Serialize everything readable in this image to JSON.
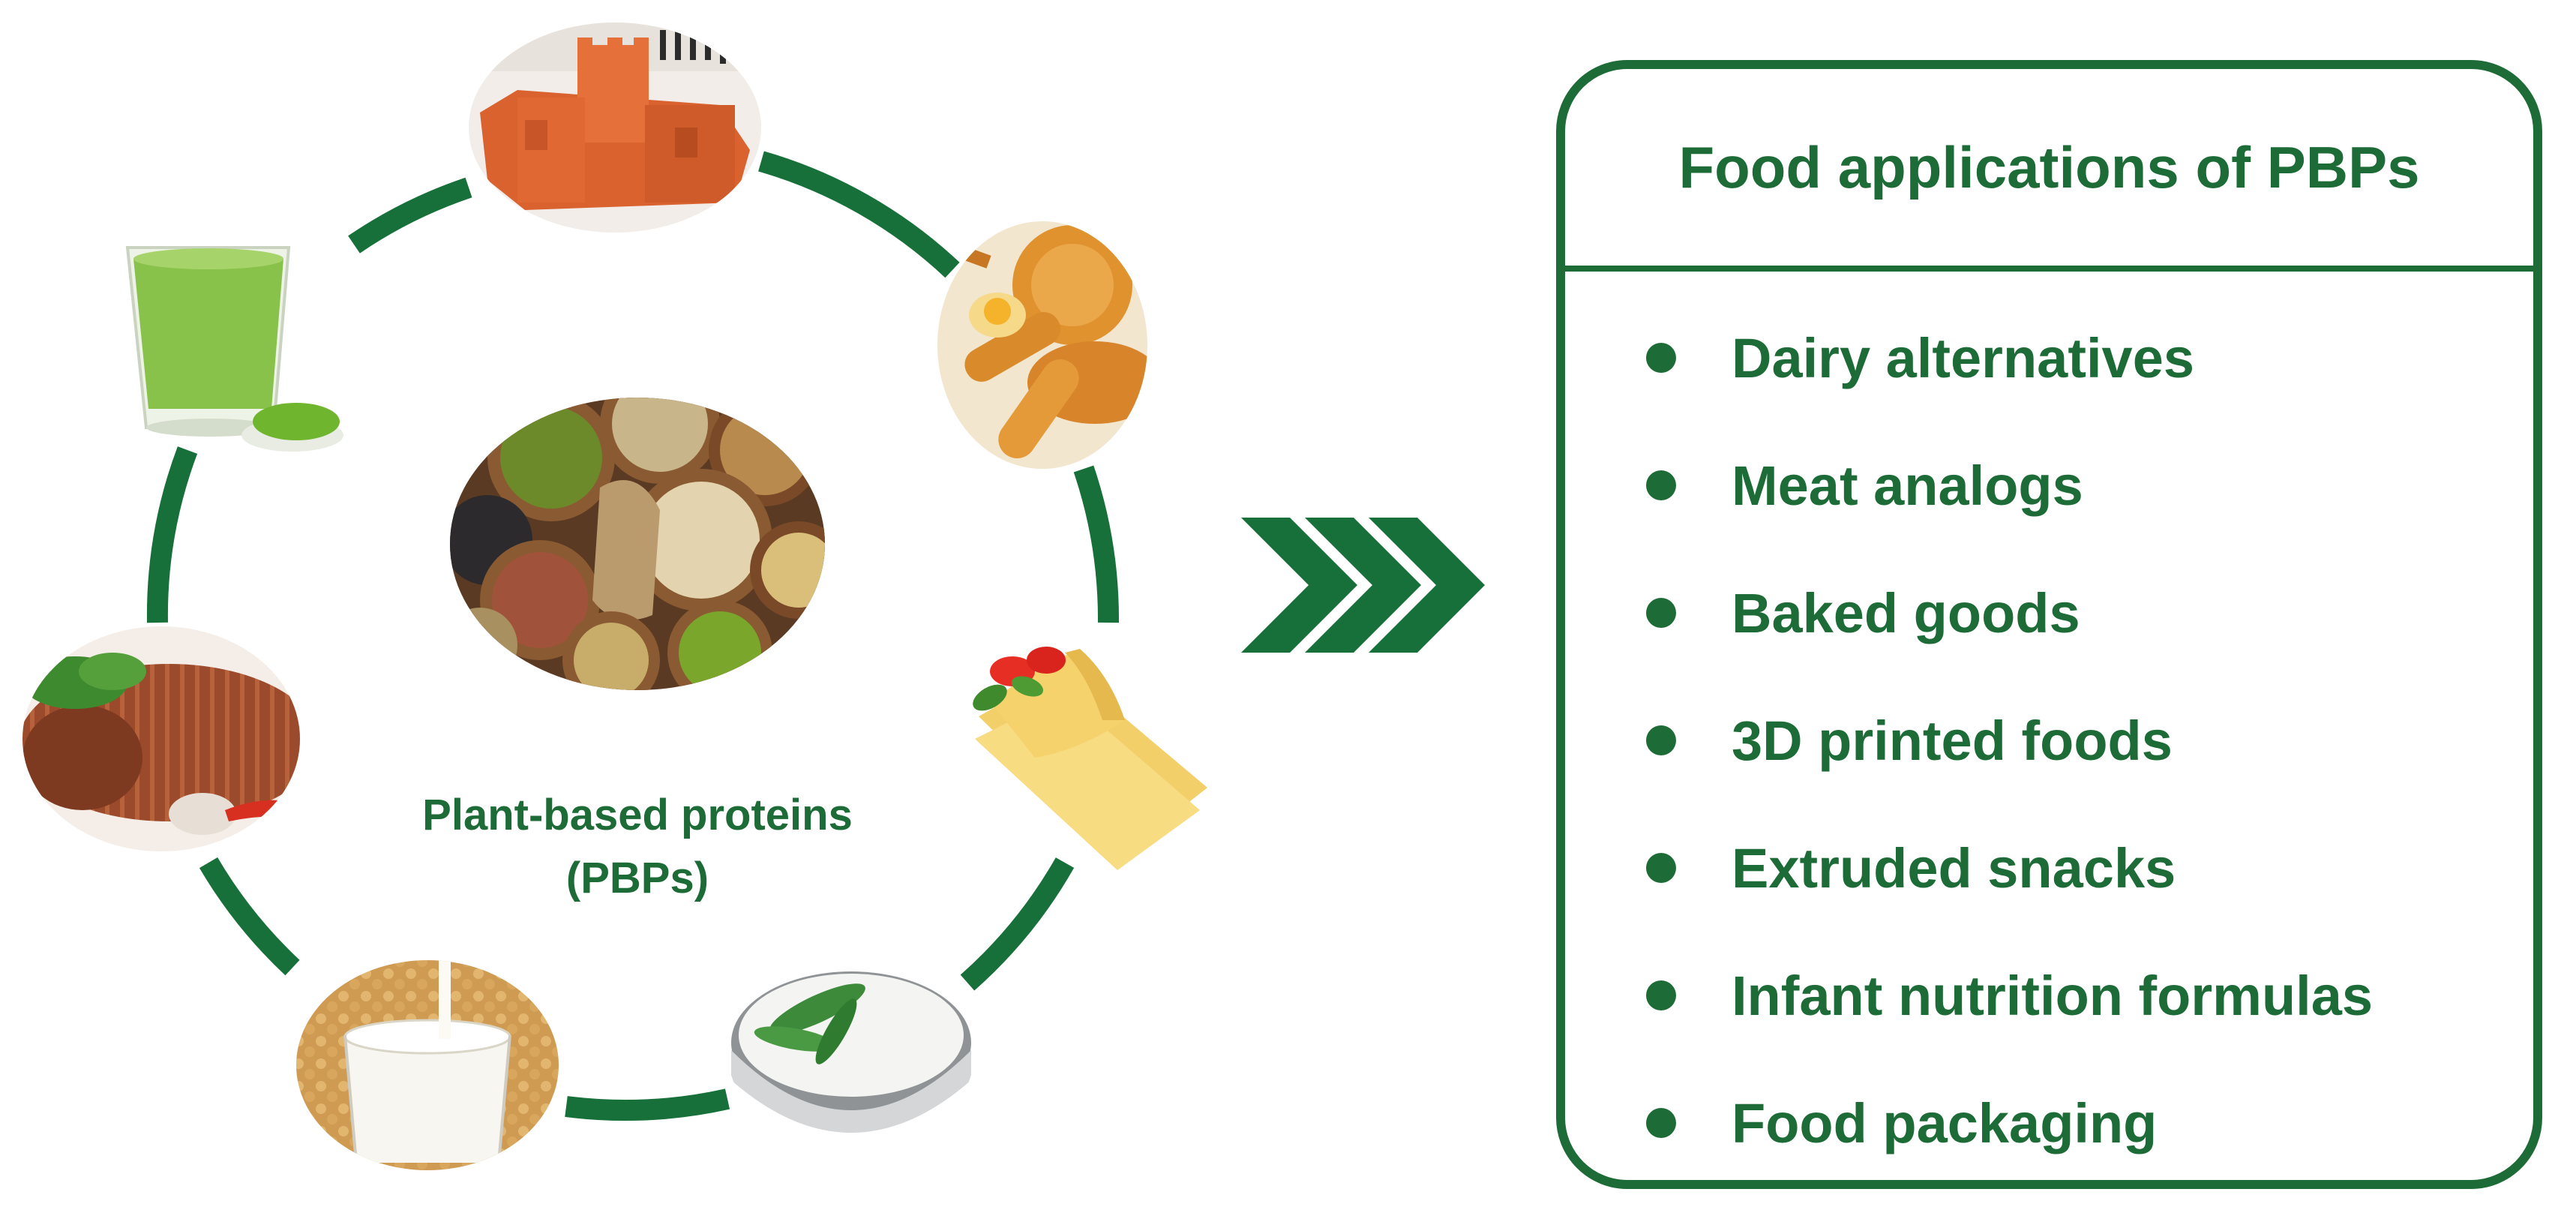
{
  "colors": {
    "accent": "#1d6b37",
    "ring": "#17703a",
    "background": "#ffffff"
  },
  "center_label": {
    "line1": "Plant-based proteins",
    "line2": "(PBPs)"
  },
  "photos": [
    {
      "name": "3d-printed-castle-photo",
      "subject": "3D printed castle food"
    },
    {
      "name": "baked-goods-photo",
      "subject": "bread and pastries"
    },
    {
      "name": "cheese-slices-photo",
      "subject": "cheese slices"
    },
    {
      "name": "yogurt-bowl-photo",
      "subject": "yogurt in bowl"
    },
    {
      "name": "soy-milk-photo",
      "subject": "soy milk with soybeans"
    },
    {
      "name": "meat-analog-photo",
      "subject": "meat analog steak"
    },
    {
      "name": "green-drink-photo",
      "subject": "green protein drink with powder"
    },
    {
      "name": "legumes-grains-photo",
      "subject": "bowls of legumes and grains"
    }
  ],
  "arrow_icon": "triple-chevron-right",
  "panel": {
    "title": "Food applications of PBPs",
    "items": [
      "Dairy alternatives",
      "Meat analogs",
      "Baked goods",
      "3D printed foods",
      "Extruded snacks",
      "Infant nutrition formulas",
      "Food packaging"
    ]
  }
}
